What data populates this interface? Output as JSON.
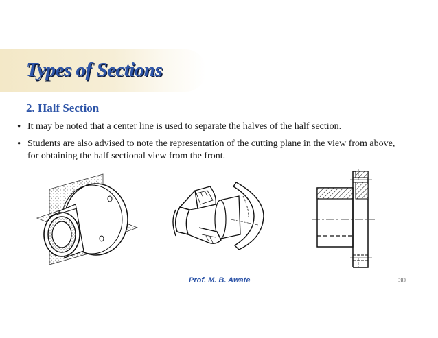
{
  "slide": {
    "title": "Types of Sections",
    "subtitle": "2. Half Section",
    "bullets": [
      "It may be noted that a center line is used to separate the halves of the half section.",
      "Students are also advised to note the representation of the cutting plane in the view from above, for obtaining the half sectional view from the front."
    ],
    "footer": "Prof. M. B. Awate",
    "page_number": "30"
  },
  "colors": {
    "accent": "#2e55a8",
    "title_band": "#f3e8c7",
    "text": "#1a1a1a"
  },
  "figures": [
    {
      "icon": "isometric-cutting-plane-figure"
    },
    {
      "icon": "half-sectioned-part-figure"
    },
    {
      "icon": "orthographic-half-section-figure"
    }
  ]
}
